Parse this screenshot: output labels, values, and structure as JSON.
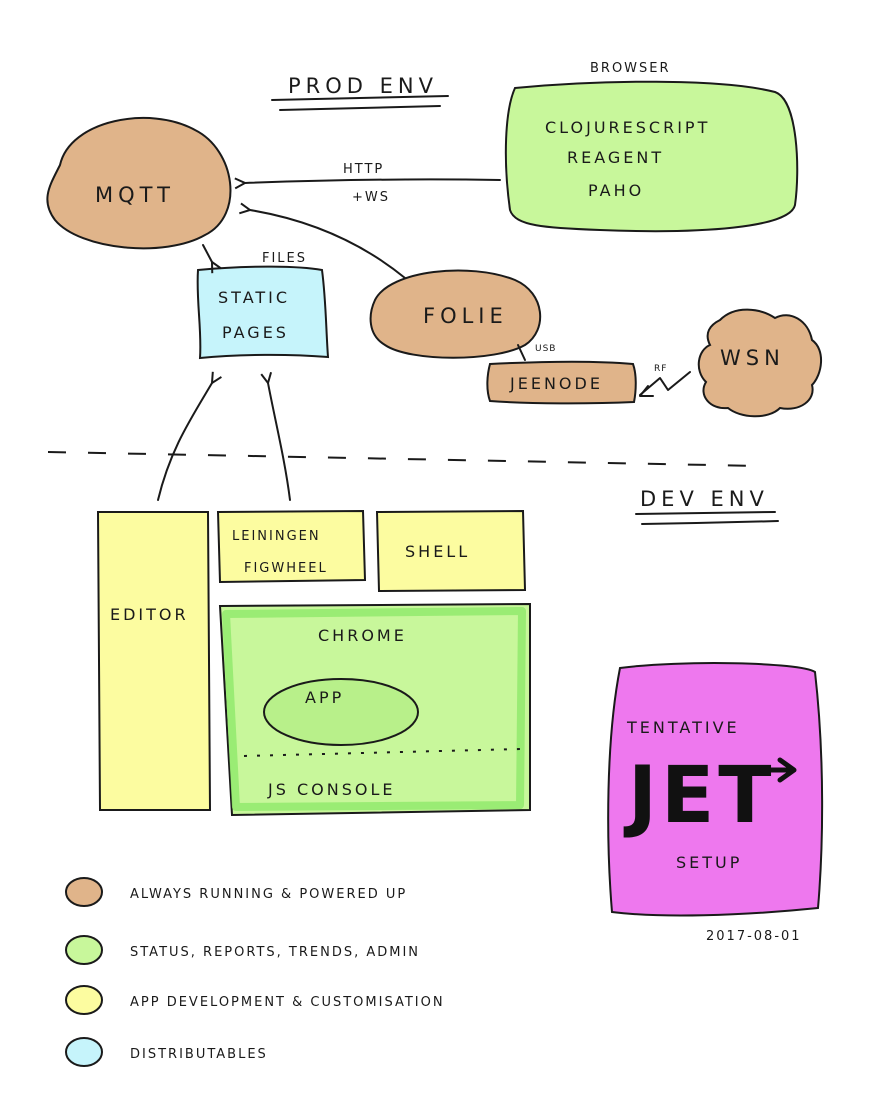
{
  "colors": {
    "orange": "#e0b48a",
    "green": "#c8f79b",
    "green_dark": "#8fe86a",
    "yellow": "#fcfca0",
    "cyan": "#c6f4fb",
    "purple": "#ee78ee",
    "ink": "#1a1a1a"
  },
  "sections": {
    "prod_env": "PROD ENV",
    "dev_env": "DEV ENV"
  },
  "nodes": {
    "mqtt": "MQTT",
    "browser_caption": "BROWSER",
    "browser_line1": "CLOJURESCRIPT",
    "browser_line2": "REAGENT",
    "browser_line3": "PAHO",
    "files_caption": "FILES",
    "static_line1": "STATIC",
    "static_line2": "PAGES",
    "folie": "FOLIE",
    "jeenode": "JEENODE",
    "wsn": "WSN",
    "editor": "EDITOR",
    "leiningen_line1": "LEININGEN",
    "leiningen_line2": "FIGWHEEL",
    "shell": "SHELL",
    "chrome": "CHROME",
    "app": "APP",
    "js_console": "JS CONSOLE"
  },
  "edges": {
    "http": "HTTP",
    "ws": "+WS",
    "usb": "USB",
    "rf": "RF"
  },
  "stamp": {
    "line1": "TENTATIVE",
    "big": "JET",
    "line2": "SETUP"
  },
  "date": "2017-08-01",
  "legend": [
    {
      "color": "orange",
      "label": "ALWAYS RUNNING & POWERED UP"
    },
    {
      "color": "green",
      "label": "STATUS, REPORTS, TRENDS, ADMIN"
    },
    {
      "color": "yellow",
      "label": "APP DEVELOPMENT & CUSTOMISATION"
    },
    {
      "color": "cyan",
      "label": "DISTRIBUTABLES"
    }
  ]
}
